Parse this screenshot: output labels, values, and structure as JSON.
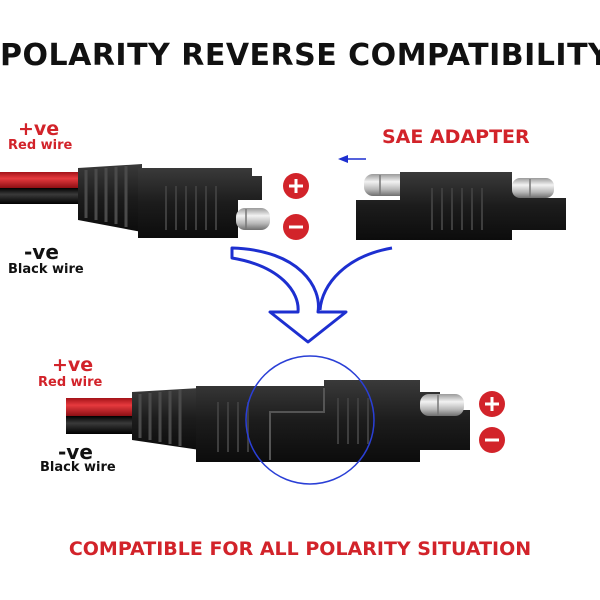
{
  "title": "POLARITY REVERSE COMPATIBILITY",
  "top": {
    "pos_label": "+ve",
    "pos_wire": "Red wire",
    "neg_label": "-ve",
    "neg_wire": "Black wire",
    "adapter_label": "SAE ADAPTER"
  },
  "bottom_section": {
    "pos_label": "+ve",
    "pos_wire": "Red wire",
    "neg_label": "-ve",
    "neg_wire": "Black wire"
  },
  "footer": "COMPATIBLE FOR ALL POLARITY SITUATION",
  "colors": {
    "red": "#d2232a",
    "blue": "#1d2fd0",
    "connector": "#1a1a1a",
    "text": "#111111"
  },
  "icons": [
    "plus-badge-icon",
    "minus-badge-icon",
    "arrow-left-icon",
    "arrow-down-icon"
  ]
}
